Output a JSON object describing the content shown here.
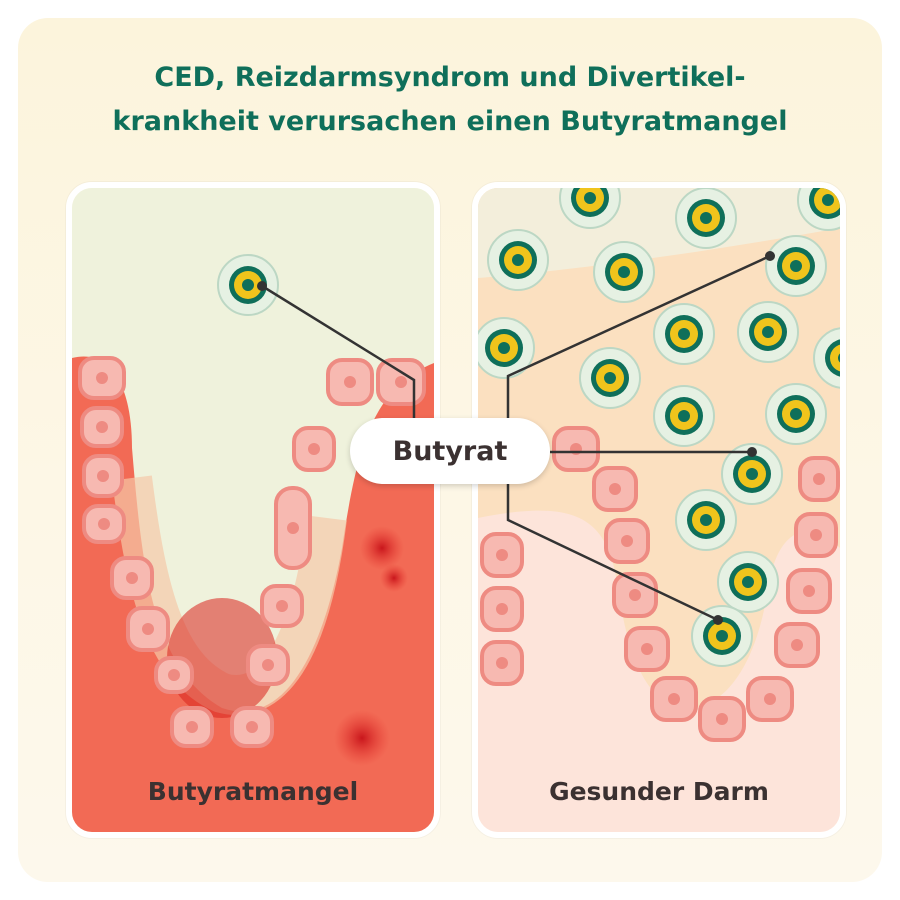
{
  "title": {
    "line1": "CED, Reizdarmsyndrom und Divertikel-",
    "line2": "krankheit verursachen einen Butyratmangel"
  },
  "center_label": "Butyrat",
  "panels": {
    "left": {
      "label": "Butyratmangel"
    },
    "right": {
      "label": "Gesunder Darm"
    }
  },
  "colors": {
    "title": "#0f6f5a",
    "inflamed": "#f26a55",
    "healthy_tissue": "#fadcd6",
    "cell_fill": "#f7b9b1",
    "cell_outline": "#ee8b82",
    "butyrate_ring": "#f0c41c",
    "butyrate_core": "#0f6f5a"
  },
  "icons": {
    "butyrate_molecule": "butyrate-molecule-icon",
    "epithelial_cell": "epithelial-cell-icon"
  }
}
